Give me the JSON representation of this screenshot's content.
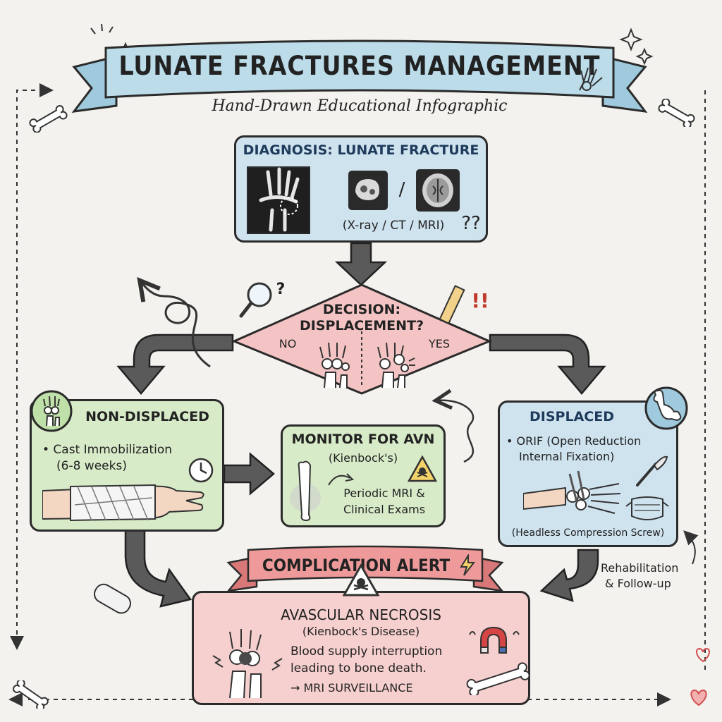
{
  "header": {
    "title": "LUNATE FRACTURES MANAGEMENT",
    "subtitle": "Hand-Drawn Educational Infographic"
  },
  "diagnosis": {
    "title": "DIAGNOSIS: LUNATE FRACTURE",
    "separator": "/",
    "modalities": "(X-ray / CT / MRI)",
    "question_marks": "??"
  },
  "decision": {
    "title_line1": "DECISION:",
    "title_line2": "DISPLACEMENT?",
    "no_label": "NO",
    "yes_label": "YES",
    "question_mark": "?",
    "exclamation": "!!"
  },
  "non_displaced": {
    "title": "NON-DISPLACED",
    "bullet": "• Cast Immobilization",
    "bullet_detail": "(6-8 weeks)"
  },
  "monitor": {
    "title": "MONITOR FOR AVN",
    "subtitle": "(Kienbock's)",
    "line1": "Periodic MRI &",
    "line2": "Clinical Exams"
  },
  "displaced": {
    "title": "DISPLACED",
    "bullet_line1": "• ORIF (Open Reduction",
    "bullet_line2": "Internal Fixation)",
    "implant": "(Headless Compression Screw)"
  },
  "rehab_note": {
    "line1": "Rehabilitation",
    "line2": "& Follow-up"
  },
  "complication": {
    "banner": "COMPLICATION ALERT",
    "title": "AVASCULAR NECROSIS",
    "subtitle": "(Kienbock's Disease)",
    "line1": "Blood supply interruption",
    "line2": "leading to bone death.",
    "line3": "→ MRI SURVEILLANCE"
  },
  "colors": {
    "blue_box": "#cfe3ef",
    "green_box": "#d8ebc8",
    "pink_box": "#f6cfcf",
    "decision_fill": "#f4c4c4",
    "banner_blue": "#bcdcea",
    "banner_red": "#ef9a9a",
    "arrow_gray": "#555555",
    "outline": "#2b2b2b"
  }
}
